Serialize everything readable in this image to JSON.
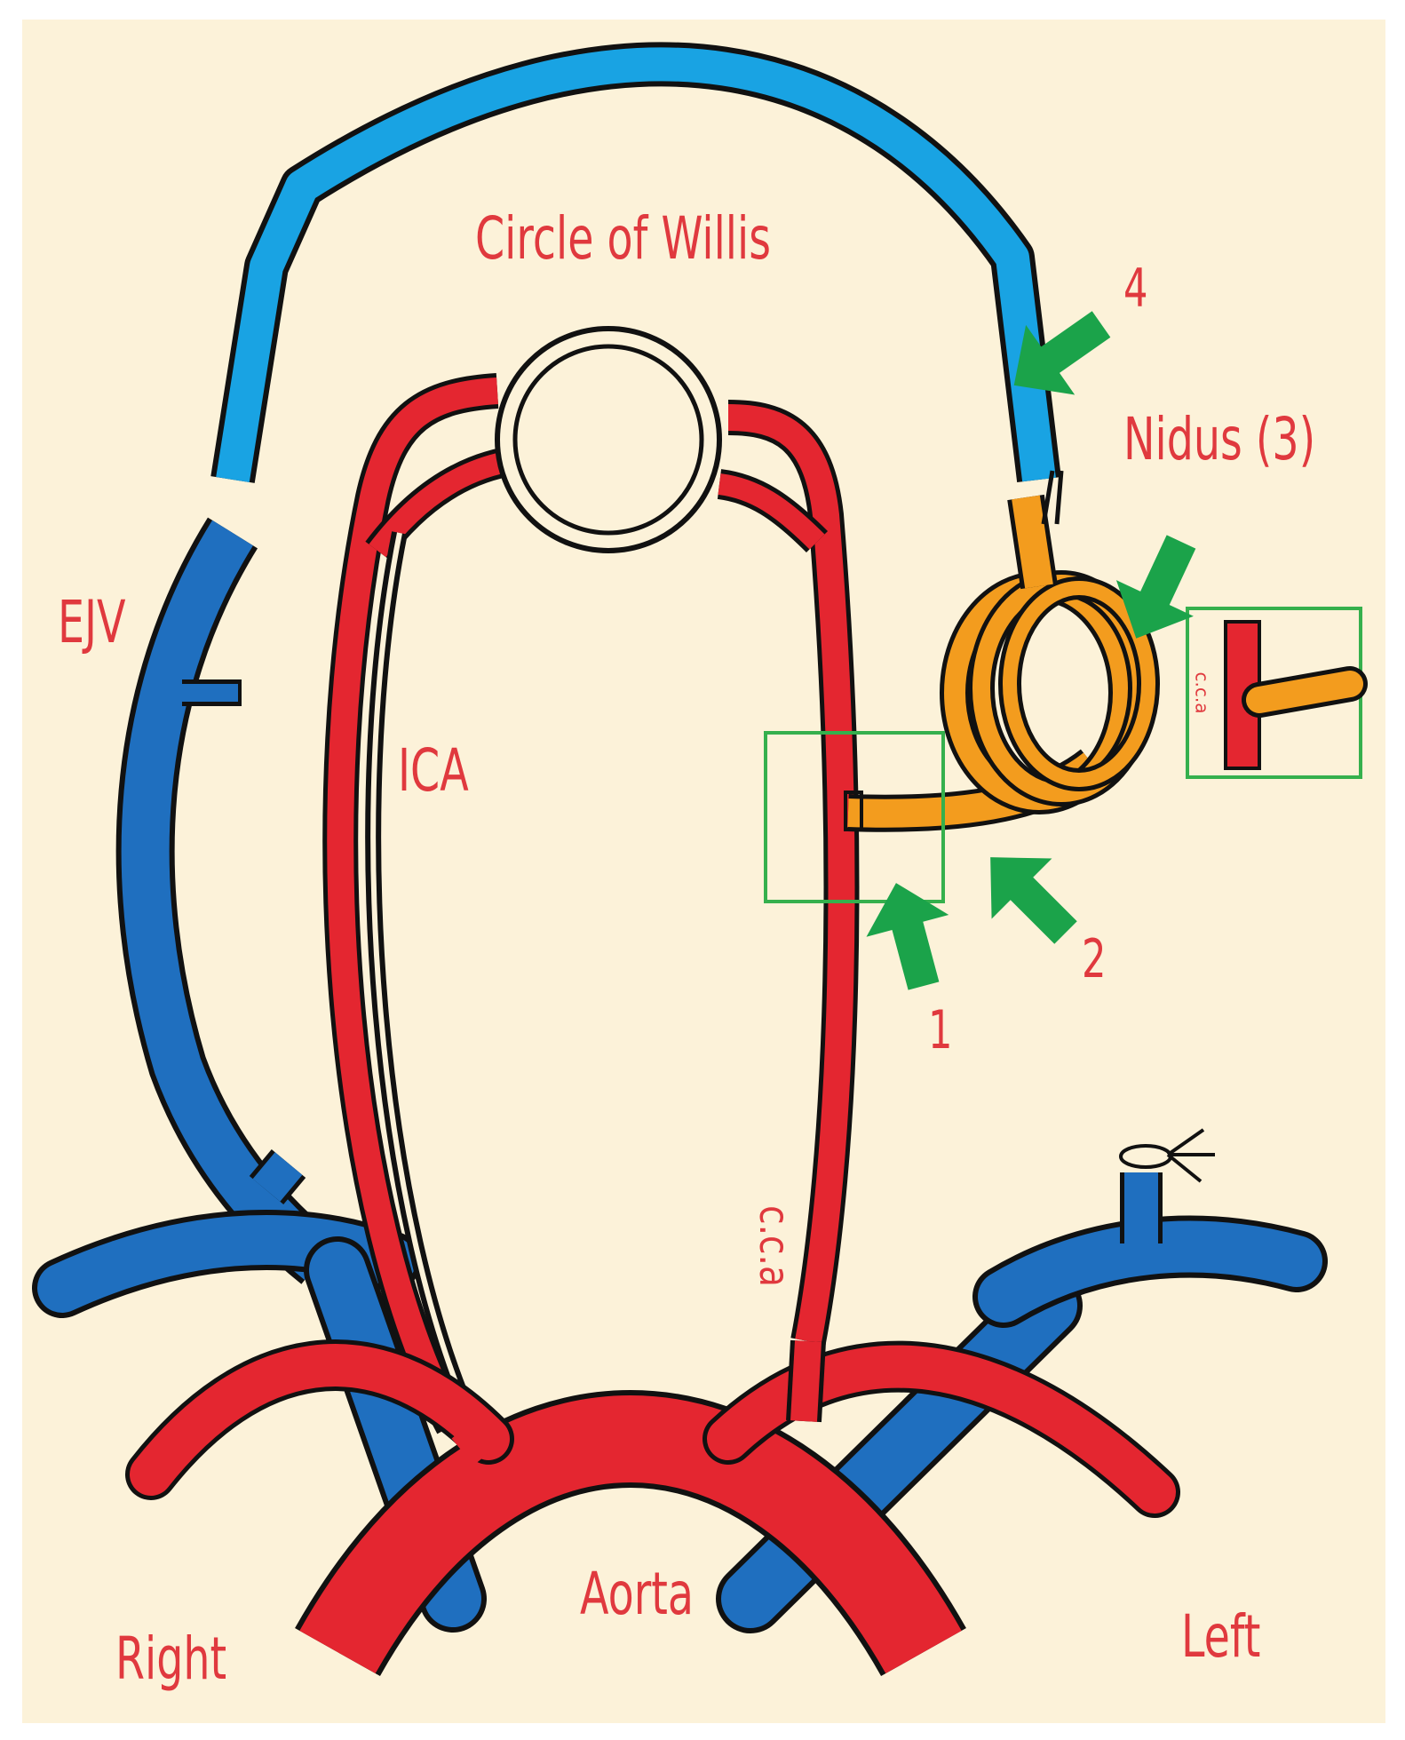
{
  "labels": {
    "circle_of_willis": "Circle of Willis",
    "ejv": "EJV",
    "ica": "ICA",
    "cca": "c.c.a",
    "cca_inset": "c.c.a",
    "nidus": "Nidus (3)",
    "aorta": "Aorta",
    "right": "Right",
    "left": "Left",
    "marker_1": "1",
    "marker_2": "2",
    "marker_4": "4"
  },
  "colors": {
    "background": "#fcf2d9",
    "artery": "#e42630",
    "vein": "#1f6fbf",
    "draining_vein": "#19a3e3",
    "nidus": "#f39c1e",
    "arrow": "#1ba34a",
    "inset_frame": "#35b04d",
    "label": "#e0393e"
  }
}
